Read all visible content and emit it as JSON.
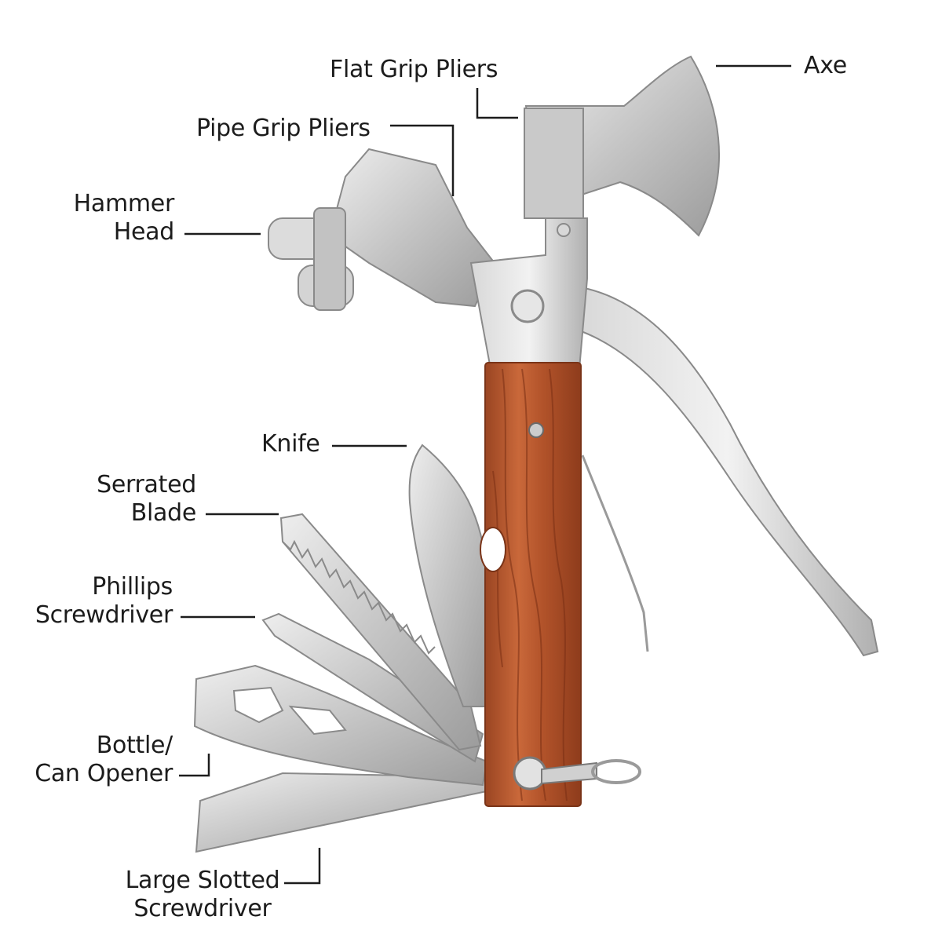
{
  "labels": {
    "flat_grip_pliers": "Flat Grip Pliers",
    "axe": "Axe",
    "pipe_grip_pliers": "Pipe Grip Pliers",
    "hammer_line1": "Hammer",
    "hammer_line2": "Head",
    "knife": "Knife",
    "serrated_line1": "Serrated",
    "serrated_line2": "Blade",
    "phillips_line1": "Phillips",
    "phillips_line2": "Screwdriver",
    "bottle_line1": "Bottle/",
    "bottle_line2": "Can Opener",
    "slotted_line1": "Large Slotted",
    "slotted_line2": "Screwdriver"
  },
  "colors": {
    "steel_light": "#e2e2e2",
    "steel_mid": "#b9b9b9",
    "steel_dark": "#8a8a8a",
    "wood": "#b85a2e",
    "wood_dark": "#8a3a1a",
    "leader_line": "#1c1c1c"
  }
}
